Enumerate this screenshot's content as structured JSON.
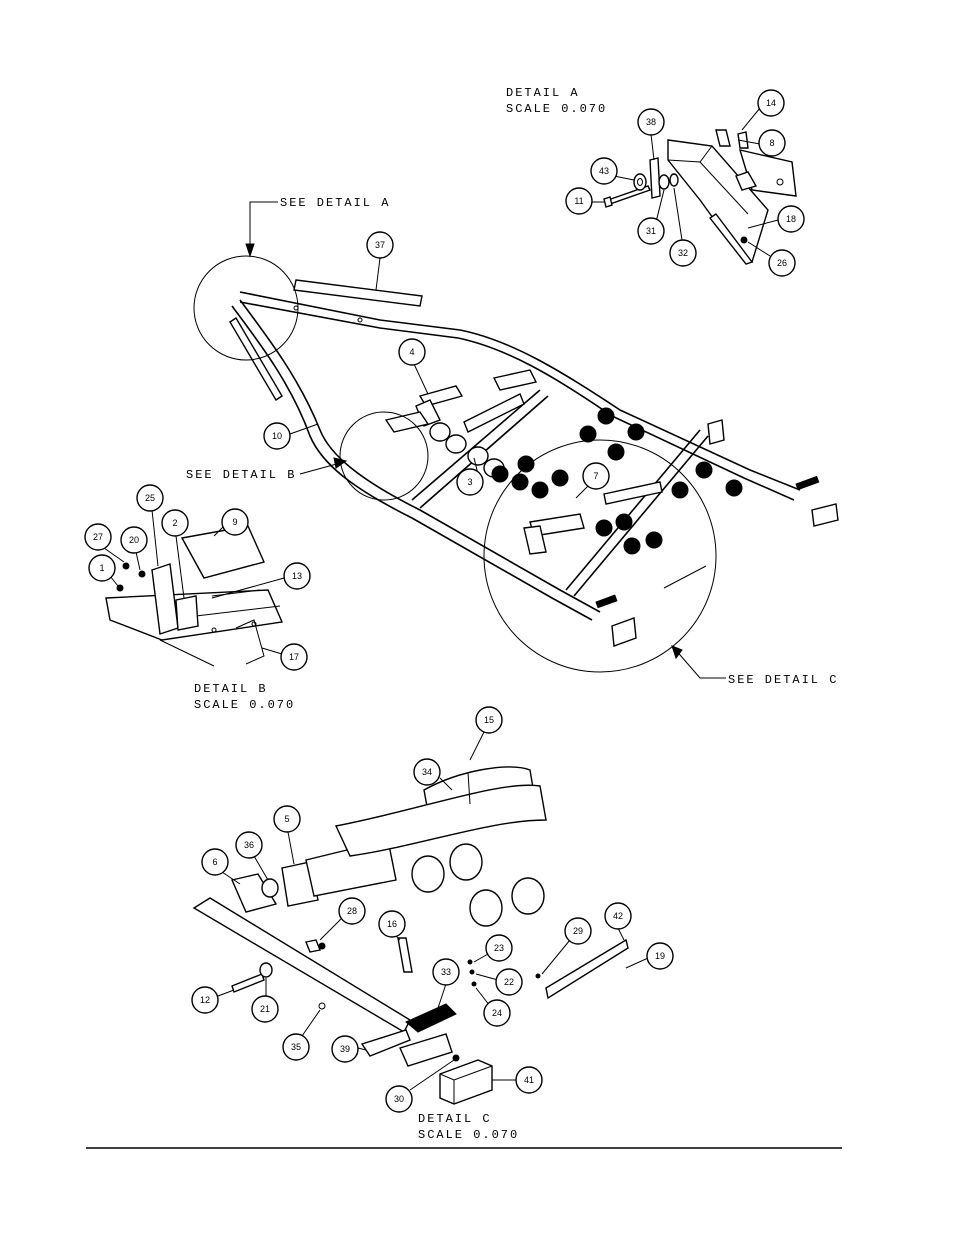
{
  "labels": {
    "detail_a_title": "DETAIL  A",
    "detail_a_scale": "SCALE  0.070",
    "see_detail_a": "SEE DETAIL  A",
    "see_detail_b": "SEE DETAIL  B",
    "see_detail_c": "SEE DETAIL  C",
    "detail_b_title": "DETAIL  B",
    "detail_b_scale": "SCALE  0.070",
    "detail_c_title": "DETAIL  C",
    "detail_c_scale": "SCALE  0.070"
  },
  "callouts": [
    {
      "n": "14"
    },
    {
      "n": "38"
    },
    {
      "n": "8"
    },
    {
      "n": "43"
    },
    {
      "n": "11"
    },
    {
      "n": "31"
    },
    {
      "n": "32"
    },
    {
      "n": "18"
    },
    {
      "n": "26"
    },
    {
      "n": "37"
    },
    {
      "n": "4"
    },
    {
      "n": "10"
    },
    {
      "n": "3"
    },
    {
      "n": "7"
    },
    {
      "n": "25"
    },
    {
      "n": "27"
    },
    {
      "n": "20"
    },
    {
      "n": "2"
    },
    {
      "n": "9"
    },
    {
      "n": "1"
    },
    {
      "n": "13"
    },
    {
      "n": "17"
    },
    {
      "n": "15"
    },
    {
      "n": "34"
    },
    {
      "n": "5"
    },
    {
      "n": "36"
    },
    {
      "n": "6"
    },
    {
      "n": "28"
    },
    {
      "n": "16"
    },
    {
      "n": "23"
    },
    {
      "n": "29"
    },
    {
      "n": "42"
    },
    {
      "n": "19"
    },
    {
      "n": "22"
    },
    {
      "n": "24"
    },
    {
      "n": "12"
    },
    {
      "n": "21"
    },
    {
      "n": "33"
    },
    {
      "n": "35"
    },
    {
      "n": "39"
    },
    {
      "n": "41"
    },
    {
      "n": "30"
    }
  ]
}
